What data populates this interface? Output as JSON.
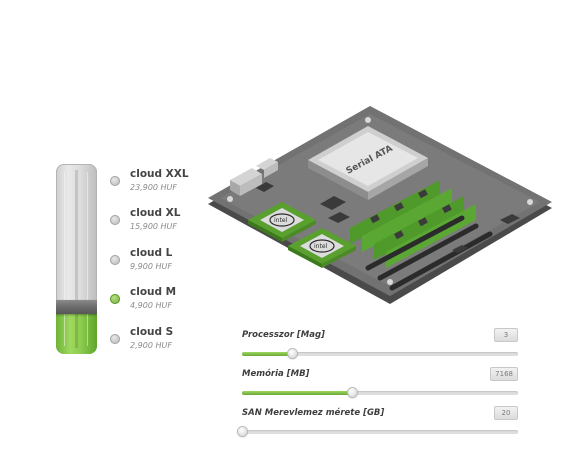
{
  "plans": {
    "selected_index": 3,
    "level": 0.25,
    "items": [
      {
        "name": "cloud XXL",
        "price": "23,900 HUF"
      },
      {
        "name": "cloud XL",
        "price": "15,900 HUF"
      },
      {
        "name": "cloud L",
        "price": "9,900 HUF"
      },
      {
        "name": "cloud M",
        "price": "4,900 HUF"
      },
      {
        "name": "cloud S",
        "price": "2,900 HUF"
      }
    ]
  },
  "components": {
    "hdd_label": "Serial ATA",
    "cpu_brand": "intel",
    "icons": [
      "motherboard-icon",
      "hard-drive-icon",
      "processor-icon",
      "memory-module-icon"
    ]
  },
  "sliders": [
    {
      "label": "Processzor [Mag]",
      "value": "3",
      "fraction": 0.18
    },
    {
      "label": "Memória [MB]",
      "value": "7168",
      "fraction": 0.4
    },
    {
      "label": "SAN Merevlemez mérete [GB]",
      "value": "20",
      "fraction": 0.0
    }
  ],
  "colors": {
    "accent_green": "#8ccc4e",
    "board_gray": "#6e6e6e",
    "ram_green": "#4f9a2b"
  }
}
